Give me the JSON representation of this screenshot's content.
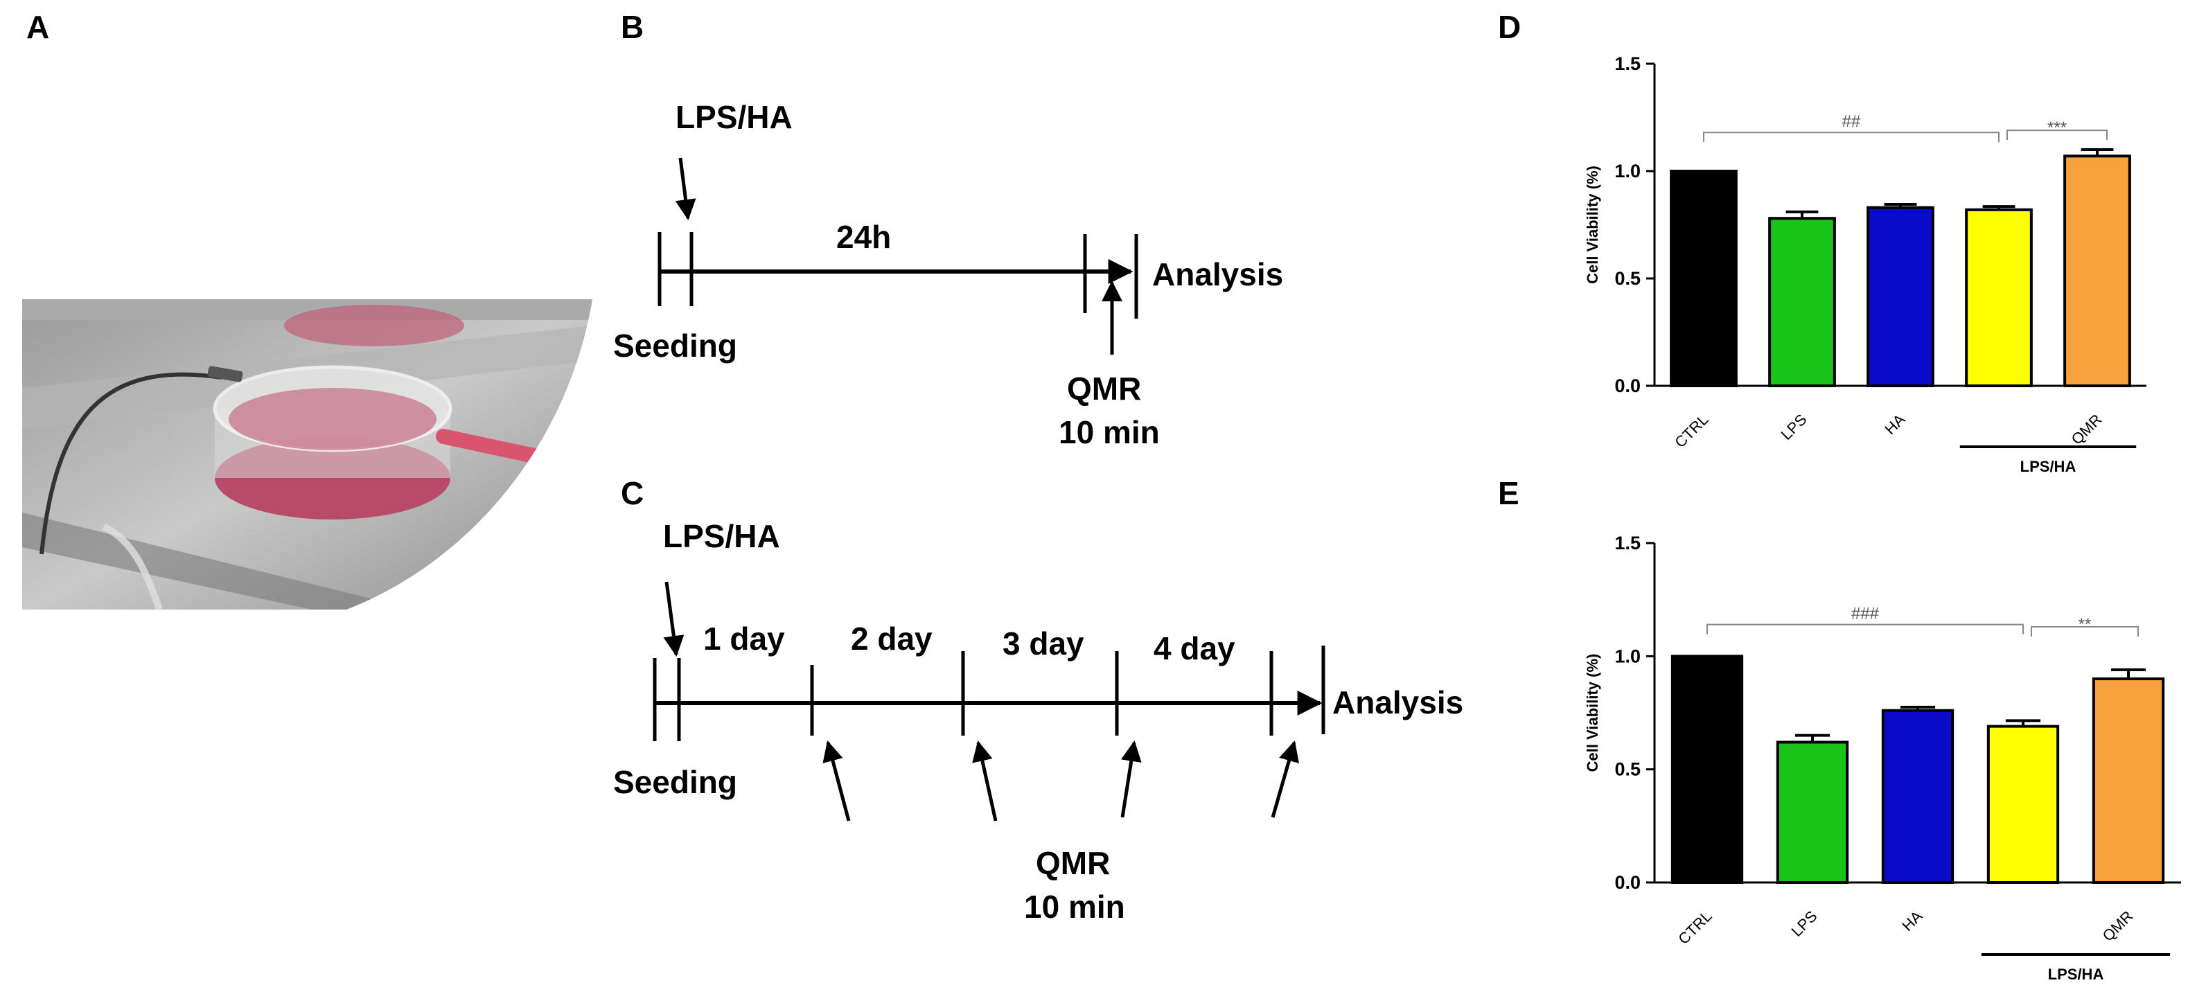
{
  "panels": {
    "a": "A",
    "b": "B",
    "c": "C",
    "d": "D",
    "e": "E"
  },
  "timeline_b": {
    "treatment": "LPS/HA",
    "duration": "24h",
    "start": "Seeding",
    "end": "Analysis",
    "stim": "QMR",
    "stim_time": "10 min"
  },
  "timeline_c": {
    "treatment": "LPS/HA",
    "days": [
      "1 day",
      "2 day",
      "3 day",
      "4 day"
    ],
    "start": "Seeding",
    "end": "Analysis",
    "stim": "QMR",
    "stim_time": "10 min"
  },
  "colors": {
    "CTRL": "#000000",
    "LPS": "#17c417",
    "HA": "#0a0ac8",
    "LPS/HA": "#ffff00",
    "QMR": "#f7a23e"
  },
  "chart_data": [
    {
      "panel": "D",
      "type": "bar",
      "categories": [
        "CTRL",
        "LPS",
        "HA",
        "",
        "QMR"
      ],
      "values": [
        1.0,
        0.78,
        0.83,
        0.82,
        1.07
      ],
      "errors": [
        0.0,
        0.03,
        0.015,
        0.015,
        0.03
      ],
      "ylabel": "Cell Viability (%)",
      "ylim": [
        0,
        1.5
      ],
      "yticks": [
        "0.0",
        "0.5",
        "1.0",
        "1.5"
      ],
      "group_label": "LPS/HA",
      "sig1": "##",
      "sig2": "***"
    },
    {
      "panel": "E",
      "type": "bar",
      "categories": [
        "CTRL",
        "LPS",
        "HA",
        "",
        "QMR"
      ],
      "values": [
        1.0,
        0.62,
        0.76,
        0.69,
        0.9
      ],
      "errors": [
        0.0,
        0.03,
        0.015,
        0.025,
        0.04
      ],
      "ylabel": "Cell Viability (%)",
      "ylim": [
        0,
        1.5
      ],
      "yticks": [
        "0.0",
        "0.5",
        "1.0",
        "1.5"
      ],
      "group_label": "LPS/HA",
      "sig1": "###",
      "sig2": "**"
    }
  ]
}
